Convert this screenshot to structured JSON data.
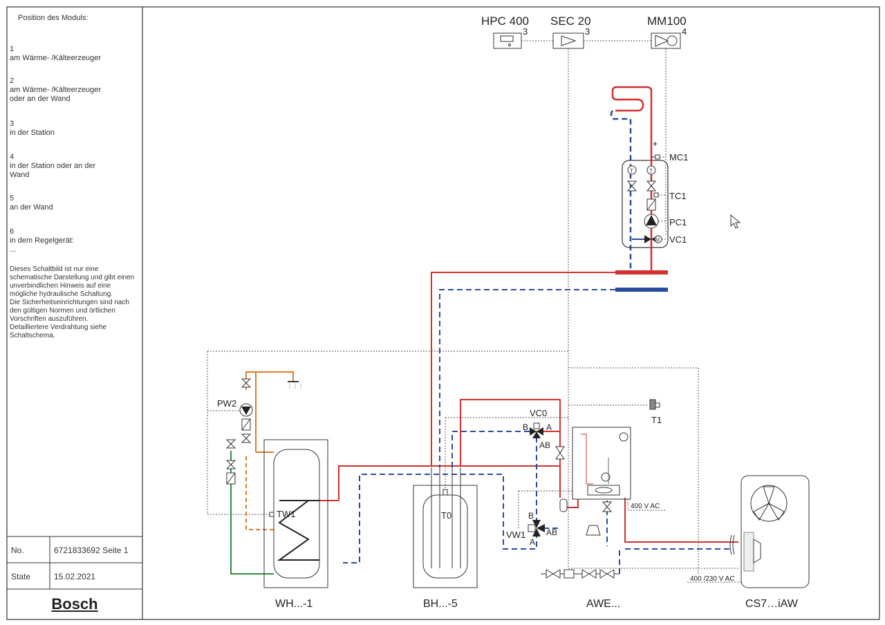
{
  "sidebar": {
    "heading": "Position des Moduls:",
    "positions": [
      {
        "num": "1",
        "text": "am Wärme- /Kälteerzeuger"
      },
      {
        "num": "2",
        "text": "am Wärme- /Kälteerzeuger\noder an der Wand"
      },
      {
        "num": "3",
        "text": "in der Station"
      },
      {
        "num": "4",
        "text": "in der Station oder an der\nWand"
      },
      {
        "num": "5",
        "text": "an der Wand"
      },
      {
        "num": "6",
        "text": "in dem Regelgerät:\n..."
      }
    ],
    "note": "Dieses Schaltbild ist nur eine schematische Darstellung und gibt einen unverbindlichen Hinweis auf eine mögliche hydraulische Schaltung.\nDie Sicherheitseinrichtungen sind nach den gültigen Normen und örtlichen Vorschriften auszuführen.\nDetailliertere Verdrahtung siehe Schaltschema.",
    "info": {
      "no_label": "No.",
      "no_value": "6721833692 Seite 1",
      "state_label": "State",
      "state_value": "15.02.2021"
    },
    "brand": "Bosch"
  },
  "modules": {
    "hpc": {
      "name": "HPC 400",
      "pos": "3"
    },
    "sec": {
      "name": "SEC 20",
      "pos": "3"
    },
    "mm": {
      "name": "MM100",
      "pos": "4"
    }
  },
  "labels": {
    "mc1": "MC1",
    "tc1": "TC1",
    "pc1": "PC1",
    "vc1": "VC1",
    "vc0": "VC0",
    "b": "B",
    "a": "A",
    "ab": "AB",
    "t1": "T1",
    "pw2": "PW2",
    "tw1": "TW1",
    "t0": "T0",
    "vw1": "VW1",
    "b2": "B",
    "ab2": "AB",
    "a2": "A",
    "ac400": "400 V AC",
    "ac230": "400 /230 V AC",
    "t_sensor": "T",
    "m_motor": "M"
  },
  "components": {
    "wh": "WH...-1",
    "bh": "BH...-5",
    "awe": "AWE...",
    "cs7": "CS7…iAW"
  },
  "colors": {
    "flow_red": "#d32f2f",
    "return_blue": "#2a4a9e",
    "dhw_orange": "#e07a2a",
    "cold_green": "#2e8b3a",
    "line_gray": "#444444"
  }
}
